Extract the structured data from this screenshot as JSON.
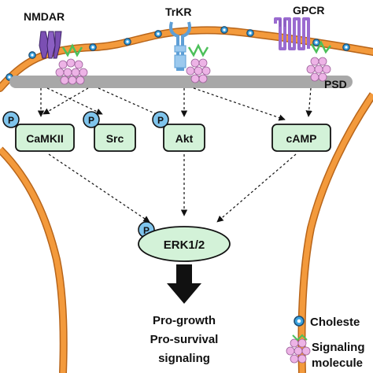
{
  "receptors": {
    "nmdar": "NMDAR",
    "trkr": "TrKR",
    "gpcr": "GPCR"
  },
  "psd_label": "PSD",
  "phospho_label": "P",
  "kinases": {
    "camkii": "CaMKII",
    "src": "Src",
    "akt": "Akt",
    "camp": "cAMP"
  },
  "erk_label": "ERK1/2",
  "outcome": {
    "line1": "Pro-growth",
    "line2": "Pro-survival",
    "line3": "signaling"
  },
  "legend": {
    "cholesterol": "Choleste",
    "signaling_line1": "Signaling",
    "signaling_line2": "molecule"
  },
  "colors": {
    "membrane": "#F39A3C",
    "membrane_edge": "#B8651A",
    "psd_bar": "#A8A8A8",
    "box_fill": "#D3F2D8",
    "cholesterol": "#3BA3E0",
    "nmdar": "#7B4FB3",
    "trkr": "#7FB8E8",
    "gpcr": "#9A6BD0",
    "signaling_molecule": "#E8A6E0",
    "linker": "#4CC05A"
  },
  "icons": {
    "nmdar": "nmdar-receptor-icon",
    "trkr": "trk-receptor-icon",
    "gpcr": "gpcr-receptor-icon",
    "cholesterol": "cholesterol-icon",
    "signaling_molecule": "signaling-molecule-icon",
    "phospho": "phosphate-icon",
    "arrow": "down-arrow-icon"
  }
}
